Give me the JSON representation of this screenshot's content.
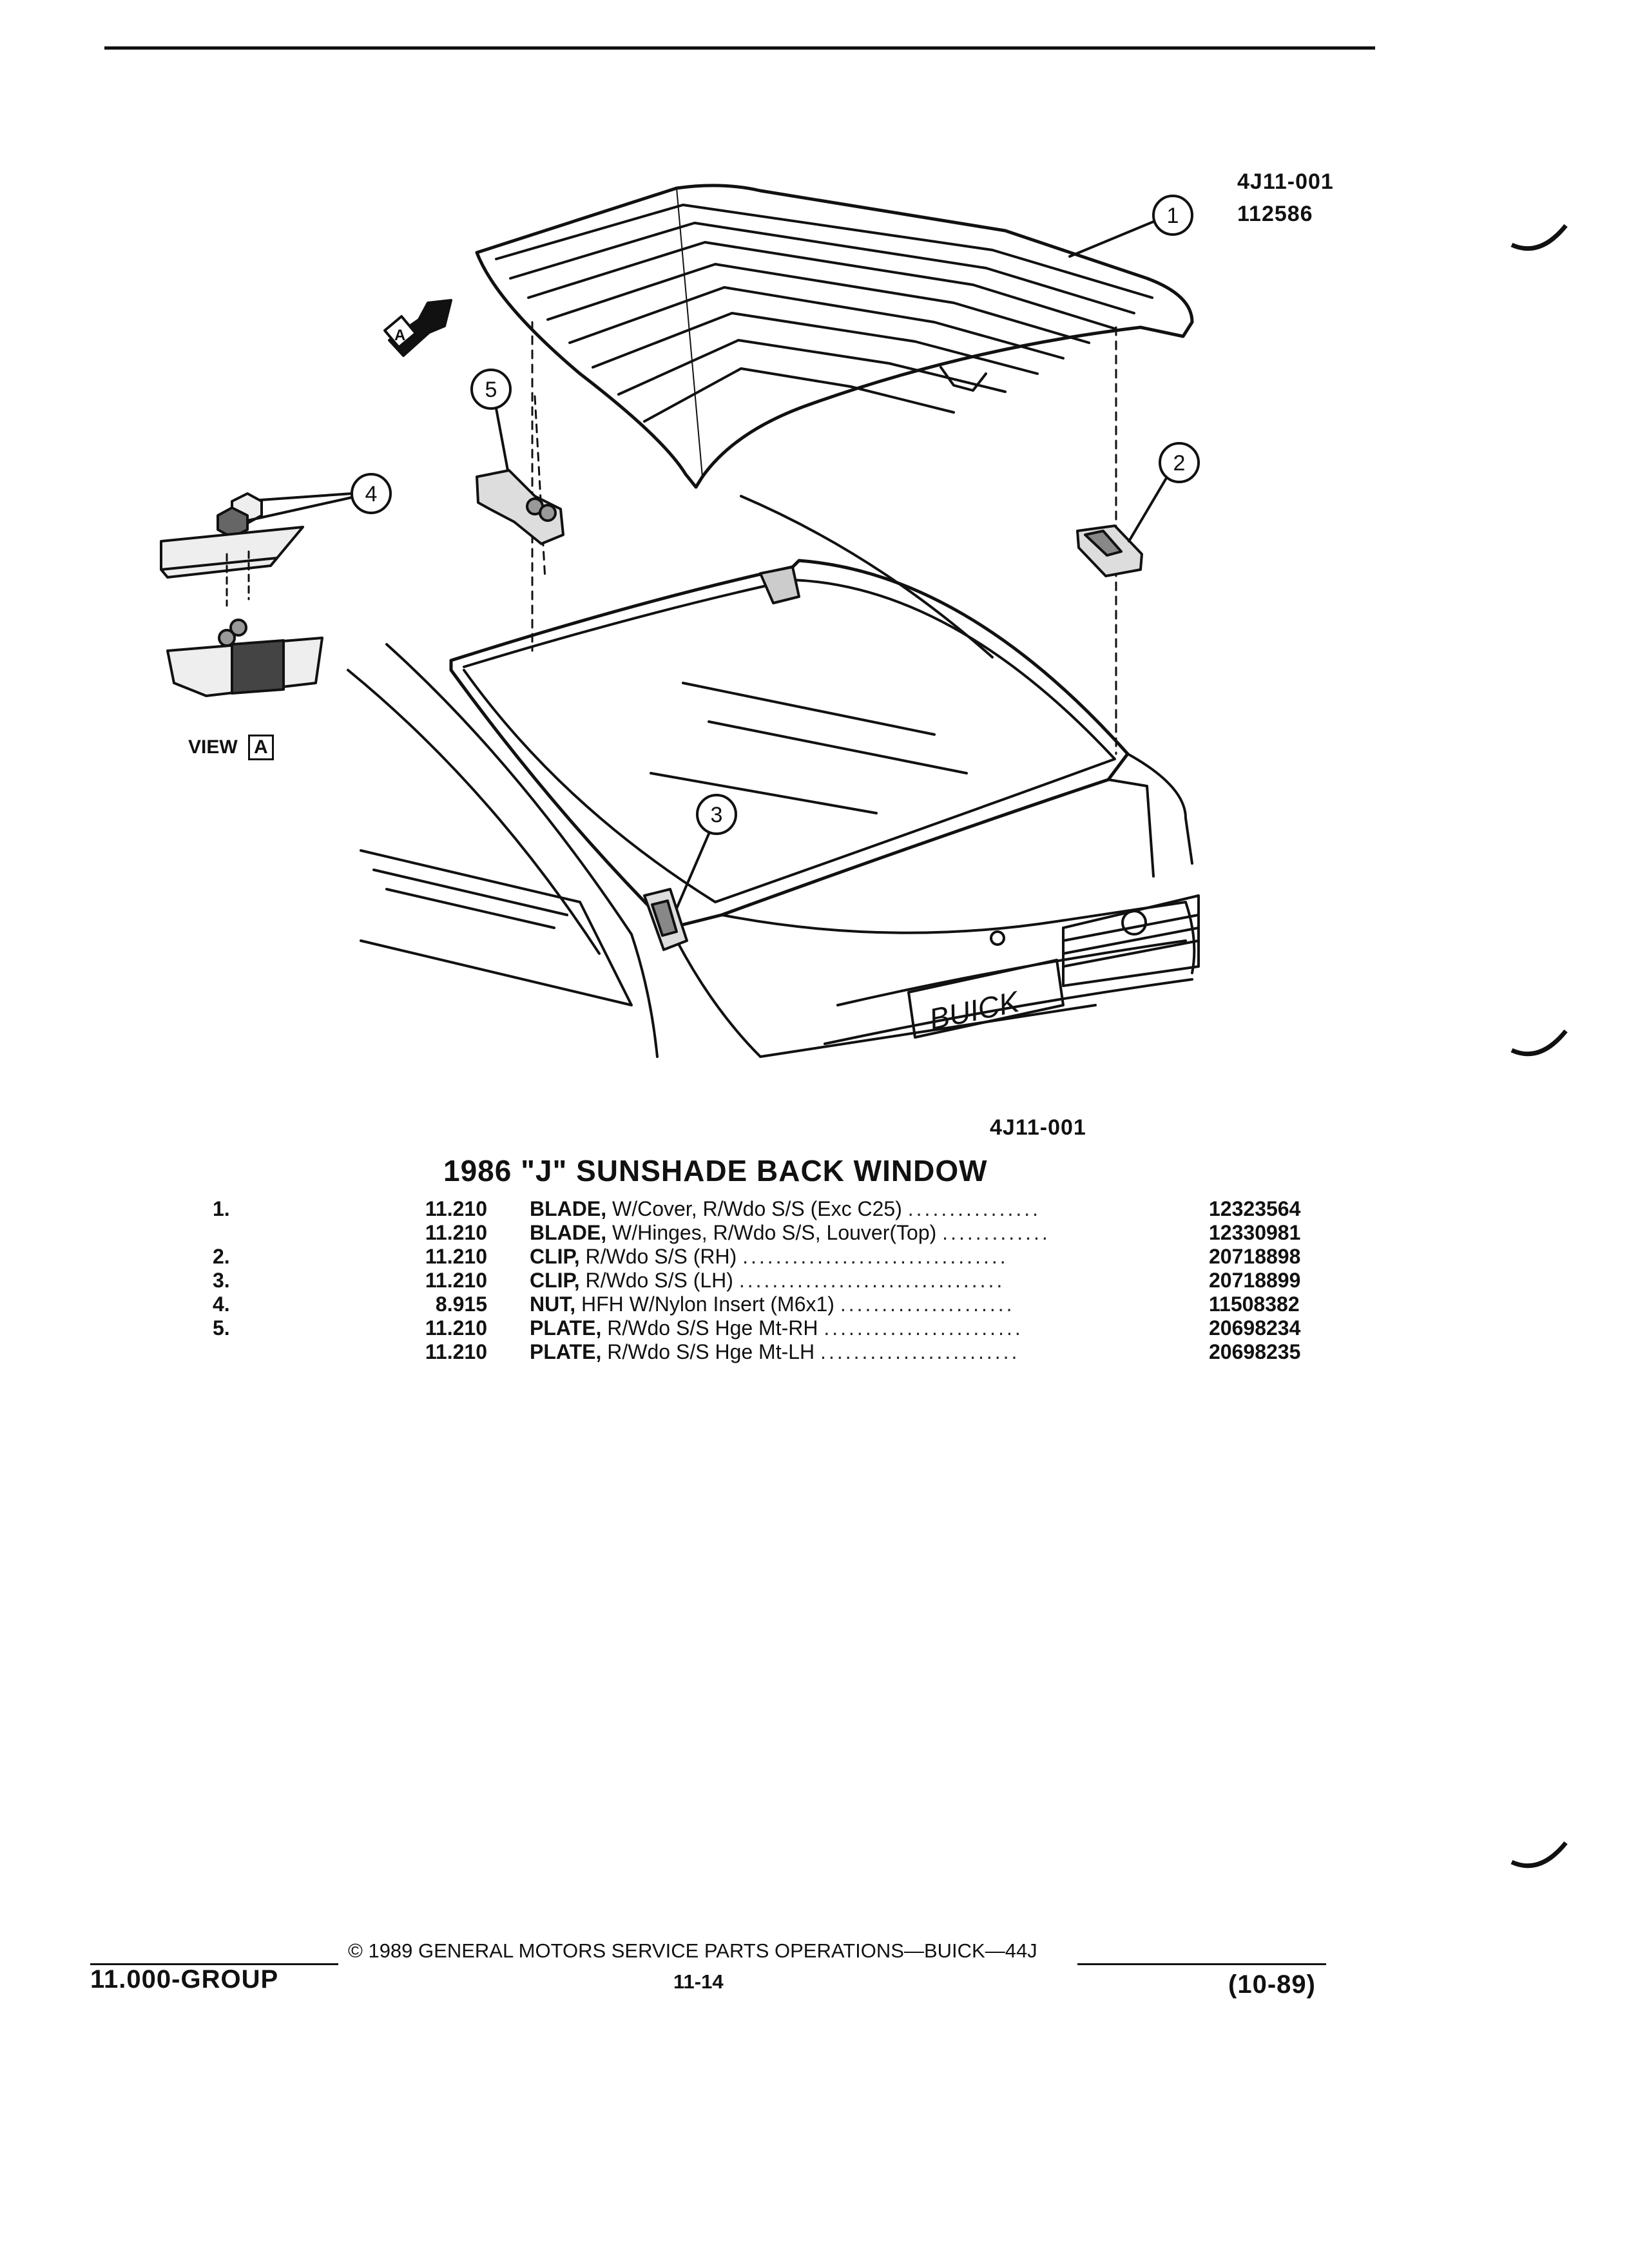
{
  "header": {
    "figure_code": "4J11-001",
    "figure_number": "112586"
  },
  "illustration": {
    "callouts": [
      "1",
      "2",
      "3",
      "4",
      "5"
    ],
    "view_label": "VIEW",
    "view_letter": "A",
    "arrow_letter": "A",
    "emblem_text": "BUICK",
    "caption": "4J11-001"
  },
  "section_title": "1986 \"J\" SUNSHADE BACK WINDOW",
  "parts": [
    {
      "item": "1.",
      "group": "11.210",
      "name": "BLADE,",
      "desc": "W/Cover, R/Wdo S/S (Exc C25)",
      "dots": "................",
      "part": "12323564"
    },
    {
      "item": "",
      "group": "11.210",
      "name": "BLADE,",
      "desc": "W/Hinges, R/Wdo S/S, Louver(Top)",
      "dots": ".............",
      "part": "12330981"
    },
    {
      "item": "2.",
      "group": "11.210",
      "name": "CLIP,",
      "desc": "R/Wdo S/S (RH)",
      "dots": "................................",
      "part": "20718898"
    },
    {
      "item": "3.",
      "group": "11.210",
      "name": "CLIP,",
      "desc": "R/Wdo S/S (LH)",
      "dots": "................................",
      "part": "20718899"
    },
    {
      "item": "4.",
      "group": "8.915",
      "name": "NUT,",
      "desc": "HFH W/Nylon Insert (M6x1)",
      "dots": ".....................",
      "part": "11508382"
    },
    {
      "item": "5.",
      "group": "11.210",
      "name": "PLATE,",
      "desc": "R/Wdo S/S Hge Mt-RH",
      "dots": "........................",
      "part": "20698234"
    },
    {
      "item": "",
      "group": "11.210",
      "name": "PLATE,",
      "desc": "R/Wdo S/S Hge Mt-LH",
      "dots": "........................",
      "part": "20698235"
    }
  ],
  "footer": {
    "copyright": "© 1989 GENERAL MOTORS SERVICE PARTS OPERATIONS—BUICK—44J",
    "group": "11.000-GROUP",
    "page": "11-14",
    "date": "(10-89)"
  }
}
